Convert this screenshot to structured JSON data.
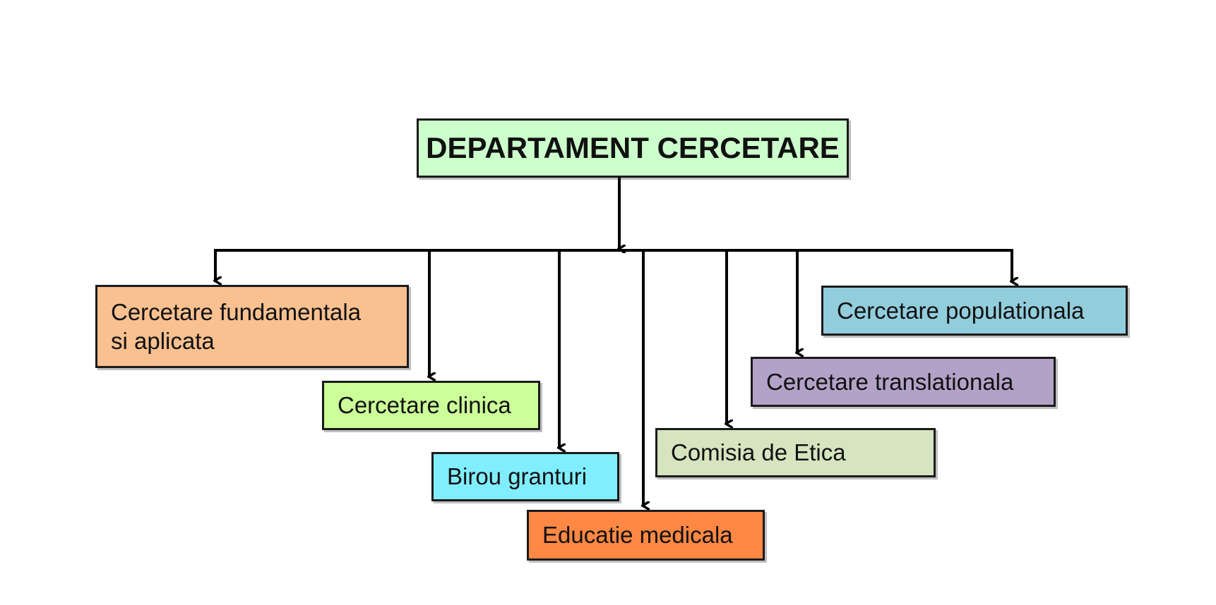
{
  "diagram": {
    "root": {
      "label": "DEPARTAMENT CERCETARE",
      "fill": "#ccffcc"
    },
    "children": [
      {
        "id": "fundamentala",
        "line1": "Cercetare fundamentala",
        "line2": "si aplicata",
        "fill": "#f9c090"
      },
      {
        "id": "clinica",
        "label": "Cercetare clinica",
        "fill": "#ccff99"
      },
      {
        "id": "birou",
        "label": "Birou granturi",
        "fill": "#80eeff"
      },
      {
        "id": "educatie",
        "label": "Educatie medicala",
        "fill": "#ff8844"
      },
      {
        "id": "etica",
        "label": "Comisia de Etica",
        "fill": "#d6e4bf"
      },
      {
        "id": "translationala",
        "label": "Cercetare translationala",
        "fill": "#b3a2c8"
      },
      {
        "id": "populationala",
        "label": "Cercetare populationala",
        "fill": "#92cddc"
      }
    ],
    "line_color": "#000000"
  }
}
